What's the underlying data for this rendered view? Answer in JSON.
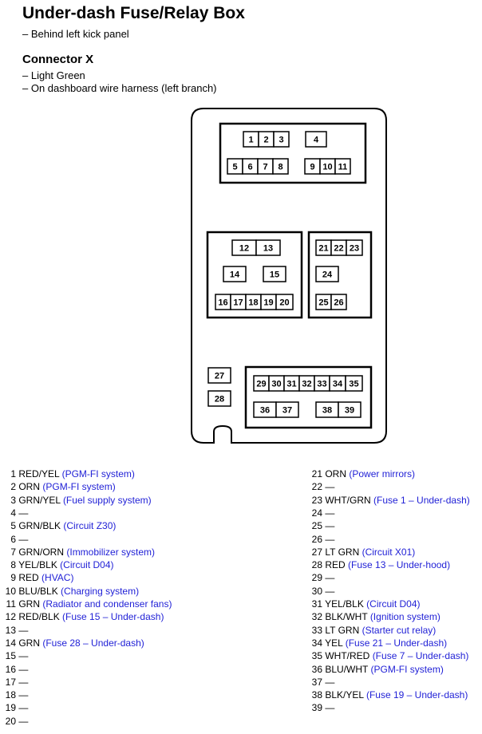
{
  "title": "Under-dash Fuse/Relay Box",
  "subtitle": "– Behind left kick panel",
  "connector": {
    "heading": "Connector X",
    "lines": [
      "– Light Green",
      "– On dashboard wire harness (left branch)"
    ]
  },
  "colors": {
    "text": "#000000",
    "description": "#1f1fd6"
  },
  "diagram_labels": [
    "1",
    "2",
    "3",
    "4",
    "5",
    "6",
    "7",
    "8",
    "9",
    "10",
    "11",
    "12",
    "13",
    "14",
    "15",
    "16",
    "17",
    "18",
    "19",
    "20",
    "21",
    "22",
    "23",
    "24",
    "25",
    "26",
    "27",
    "28",
    "29",
    "30",
    "31",
    "32",
    "33",
    "34",
    "35",
    "36",
    "37",
    "38",
    "39"
  ],
  "pins_left": [
    {
      "num": "1",
      "wire": "RED/YEL",
      "desc": "(PGM-FI system)"
    },
    {
      "num": "2",
      "wire": "ORN",
      "desc": "(PGM-FI system)"
    },
    {
      "num": "3",
      "wire": "GRN/YEL",
      "desc": "(Fuel supply system)"
    },
    {
      "num": "4",
      "wire": "—",
      "desc": ""
    },
    {
      "num": "5",
      "wire": "GRN/BLK",
      "desc": "(Circuit Z30)"
    },
    {
      "num": "6",
      "wire": "—",
      "desc": ""
    },
    {
      "num": "7",
      "wire": "GRN/ORN",
      "desc": "(Immobilizer system)"
    },
    {
      "num": "8",
      "wire": "YEL/BLK",
      "desc": "(Circuit D04)"
    },
    {
      "num": "9",
      "wire": "RED",
      "desc": "(HVAC)"
    },
    {
      "num": "10",
      "wire": "BLU/BLK",
      "desc": "(Charging system)"
    },
    {
      "num": "11",
      "wire": "GRN",
      "desc": "(Radiator and condenser fans)"
    },
    {
      "num": "12",
      "wire": "RED/BLK",
      "desc": "(Fuse 15 – Under-dash)"
    },
    {
      "num": "13",
      "wire": "—",
      "desc": ""
    },
    {
      "num": "14",
      "wire": "GRN",
      "desc": "(Fuse 28 – Under-dash)"
    },
    {
      "num": "15",
      "wire": "—",
      "desc": ""
    },
    {
      "num": "16",
      "wire": "—",
      "desc": ""
    },
    {
      "num": "17",
      "wire": "—",
      "desc": ""
    },
    {
      "num": "18",
      "wire": "—",
      "desc": ""
    },
    {
      "num": "19",
      "wire": "—",
      "desc": ""
    },
    {
      "num": "20",
      "wire": "—",
      "desc": ""
    }
  ],
  "pins_right": [
    {
      "num": "21",
      "wire": "ORN",
      "desc": "(Power mirrors)"
    },
    {
      "num": "22",
      "wire": "—",
      "desc": ""
    },
    {
      "num": "23",
      "wire": "WHT/GRN",
      "desc": "(Fuse 1 – Under-dash)"
    },
    {
      "num": "24",
      "wire": "—",
      "desc": ""
    },
    {
      "num": "25",
      "wire": "—",
      "desc": ""
    },
    {
      "num": "26",
      "wire": "—",
      "desc": ""
    },
    {
      "num": "27",
      "wire": "LT GRN",
      "desc": "(Circuit X01)"
    },
    {
      "num": "28",
      "wire": "RED",
      "desc": "(Fuse 13 – Under-hood)"
    },
    {
      "num": "29",
      "wire": "—",
      "desc": ""
    },
    {
      "num": "30",
      "wire": "—",
      "desc": ""
    },
    {
      "num": "31",
      "wire": "YEL/BLK",
      "desc": "(Circuit D04)"
    },
    {
      "num": "32",
      "wire": "BLK/WHT",
      "desc": "(Ignition system)"
    },
    {
      "num": "33",
      "wire": "LT GRN",
      "desc": "(Starter cut relay)"
    },
    {
      "num": "34",
      "wire": "YEL",
      "desc": "(Fuse 21 – Under-dash)"
    },
    {
      "num": "35",
      "wire": "WHT/RED",
      "desc": "(Fuse 7 – Under-dash)"
    },
    {
      "num": "36",
      "wire": "BLU/WHT",
      "desc": "(PGM-FI system)"
    },
    {
      "num": "37",
      "wire": "—",
      "desc": ""
    },
    {
      "num": "38",
      "wire": "BLK/YEL",
      "desc": "(Fuse 19 – Under-dash)"
    },
    {
      "num": "39",
      "wire": "—",
      "desc": ""
    }
  ]
}
